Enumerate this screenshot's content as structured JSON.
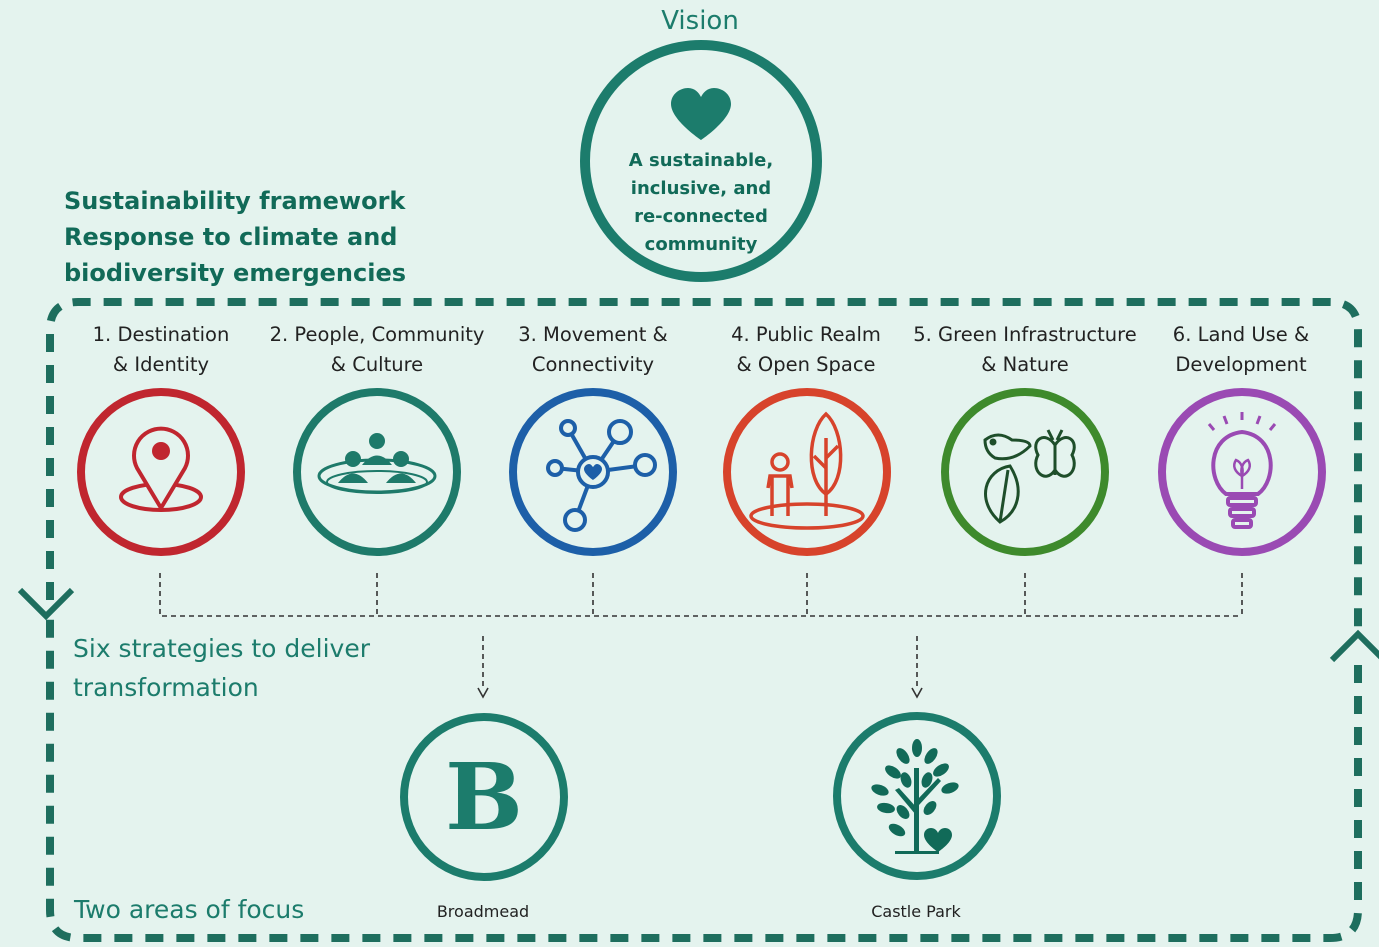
{
  "vision": {
    "title": "Vision",
    "statement_lines": [
      "A sustainable,",
      "inclusive, and",
      "re-connected",
      "community"
    ],
    "icon": "heart-icon"
  },
  "framework": {
    "lines": [
      "Sustainability framework",
      "Response to climate and",
      "biodiversity emergencies"
    ]
  },
  "strategies_heading": {
    "lines": [
      "Six strategies to deliver",
      "transformation"
    ]
  },
  "strategies": [
    {
      "label_lines": [
        "1. Destination",
        "& Identity"
      ],
      "color": "#c0262f",
      "icon": "map-pin-icon"
    },
    {
      "label_lines": [
        "2. People, Community",
        "& Culture"
      ],
      "color": "#1e7a6a",
      "icon": "community-group-icon"
    },
    {
      "label_lines": [
        "3. Movement &",
        "Connectivity"
      ],
      "color": "#1d5fa8",
      "icon": "network-heart-icon"
    },
    {
      "label_lines": [
        "4. Public Realm",
        "& Open Space"
      ],
      "color": "#d7432b",
      "icon": "person-tree-icon"
    },
    {
      "label_lines": [
        "5. Green Infrastructure",
        "& Nature"
      ],
      "color": "#3e8a2c",
      "icon": "bird-leaf-butterfly-icon"
    },
    {
      "label_lines": [
        "6. Land Use &",
        "Development"
      ],
      "color": "#9a4ab3",
      "icon": "lightbulb-icon"
    }
  ],
  "focus": {
    "title": "Two areas of focus",
    "areas": [
      {
        "label": "Broadmead",
        "mark": "B",
        "icon": "broadmead-b-logo"
      },
      {
        "label": "Castle Park",
        "icon": "tree-heart-icon"
      }
    ]
  },
  "colors": {
    "background": "#e4f3ee",
    "primary_green": "#1c7c6c",
    "dark_green": "#116a58",
    "dashed_border": "#1e6e5e"
  }
}
